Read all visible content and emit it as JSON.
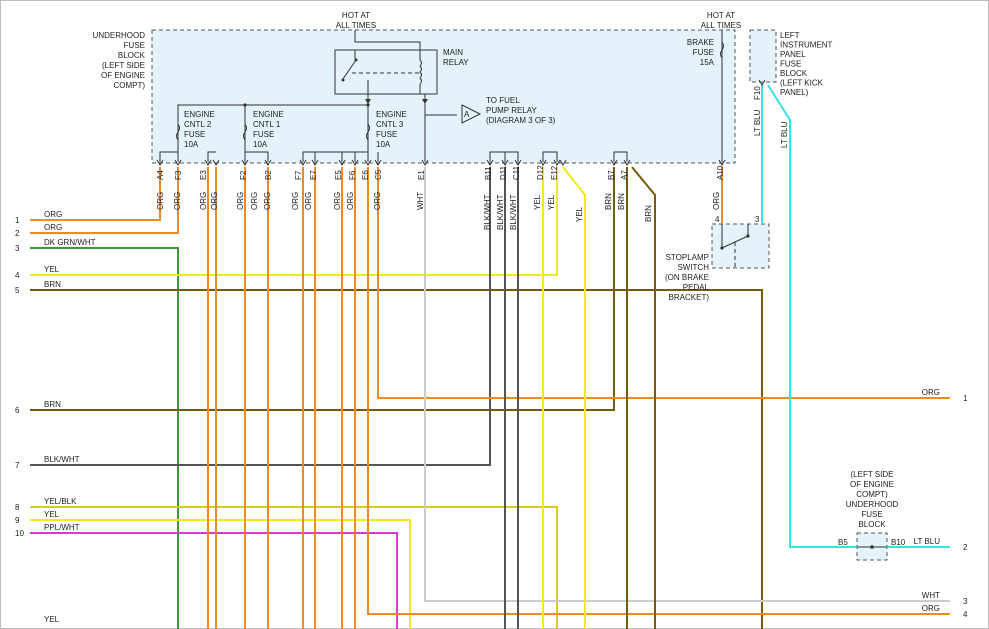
{
  "diagram": {
    "underhood_block_label": [
      "UNDERHOOD",
      "FUSE",
      "BLOCK",
      "(LEFT SIDE",
      "OF ENGINE",
      "COMPT)"
    ],
    "hot_at_all_times_left": [
      "HOT AT",
      "ALL TIMES"
    ],
    "hot_at_all_times_right": [
      "HOT AT",
      "ALL TIMES"
    ],
    "main_relay": [
      "MAIN",
      "RELAY"
    ],
    "fuel_pump_relay": [
      "TO FUEL",
      "PUMP RELAY",
      "(DIAGRAM 3 OF 3)"
    ],
    "fuel_pump_marker": "A",
    "fuse_engine_cntl2": [
      "ENGINE",
      "CNTL 2",
      "FUSE",
      "10A"
    ],
    "fuse_engine_cntl1": [
      "ENGINE",
      "CNTL 1",
      "FUSE",
      "10A"
    ],
    "fuse_engine_cntl3": [
      "ENGINE",
      "CNTL 3",
      "FUSE",
      "10A"
    ],
    "brake_fuse": [
      "BRAKE",
      "FUSE",
      "15A"
    ],
    "ip_fuse_block": [
      "LEFT",
      "INSTRUMENT",
      "PANEL",
      "FUSE",
      "BLOCK",
      "(LEFT KICK",
      "PANEL)"
    ],
    "stoplamp_switch": [
      "STOPLAMP",
      "SWITCH",
      "(ON BRAKE",
      "PEDAL",
      "BRACKET)"
    ],
    "lower_fuse_block": [
      "(LEFT SIDE",
      "OF ENGINE",
      "COMPT)",
      "UNDERHOOD",
      "FUSE",
      "BLOCK"
    ],
    "pin_labels": [
      "A4",
      "F3",
      "E3",
      "F2",
      "B2",
      "F7",
      "E7",
      "E5",
      "F6",
      "E6",
      "C5",
      "E1",
      "B11",
      "D11",
      "C11",
      "D12",
      "E12",
      "B7",
      "A7",
      "A10",
      "F10"
    ],
    "wire_color_labels": [
      "ORG",
      "ORG",
      "ORG",
      "ORG",
      "ORG",
      "ORG",
      "ORG",
      "ORG",
      "ORG",
      "ORG",
      "ORG",
      "ORG",
      "WHT",
      "BLK/WHT",
      "BLK/WHT",
      "BLK/WHT",
      "YEL",
      "YEL",
      "YEL",
      "BRN",
      "BRN",
      "BRN",
      "ORG",
      "LT BLU",
      "LT BLU"
    ],
    "switch_pins": [
      "4",
      "3"
    ],
    "lower_block_pins": [
      "B5",
      "B10"
    ],
    "left_wires": [
      {
        "num": "1",
        "color": "ORG",
        "hex": "#f08a1e"
      },
      {
        "num": "2",
        "color": "ORG",
        "hex": "#f08a1e"
      },
      {
        "num": "3",
        "color": "DK GRN/WHT",
        "hex": "#3a9a3a"
      },
      {
        "num": "4",
        "color": "YEL",
        "hex": "#f4e81a"
      },
      {
        "num": "5",
        "color": "BRN",
        "hex": "#7a5a0a"
      },
      {
        "num": "6",
        "color": "BRN",
        "hex": "#7a5a0a"
      },
      {
        "num": "7",
        "color": "BLK/WHT",
        "hex": "#555555"
      },
      {
        "num": "8",
        "color": "YEL/BLK",
        "hex": "#d8cc20"
      },
      {
        "num": "9",
        "color": "YEL",
        "hex": "#f4e81a"
      },
      {
        "num": "10",
        "color": "PPL/WHT",
        "hex": "#d83ad0"
      },
      {
        "num": "",
        "color": "YEL",
        "hex": "#f4e81a"
      }
    ],
    "right_wires": [
      {
        "num": "1",
        "color": "ORG",
        "hex": "#f08a1e"
      },
      {
        "num": "2",
        "color": "LT BLU",
        "hex": "#3ae0e8"
      },
      {
        "num": "3",
        "color": "WHT",
        "hex": "#cccccc"
      },
      {
        "num": "4",
        "color": "ORG",
        "hex": "#f08a1e"
      }
    ]
  }
}
